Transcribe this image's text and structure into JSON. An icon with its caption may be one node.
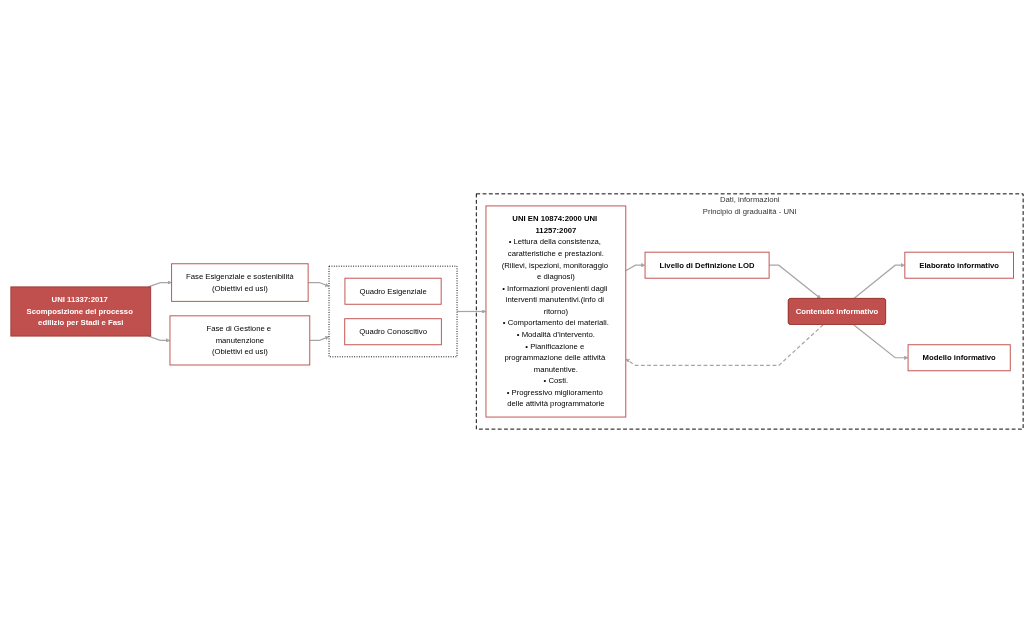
{
  "diagram": {
    "nodes": [
      {
        "text": [
          "UNI 11337:2017 Scomposizione del processo edilizio per Stadi e Fasi"
        ]
      },
      {
        "text": [
          "Fase Esigenziale e sostenibilità",
          "(Obiettivi ed usi)"
        ]
      },
      {
        "text": [
          "Fase di Gestione e manutenzione",
          "(Obiettivi ed usi)"
        ]
      },
      {
        "text": [],
        "shape": "box"
      },
      {
        "text": [
          "Quadro Esigenziale"
        ],
        "in": 3
      },
      {
        "text": [
          "Quadro Conoscitivo"
        ],
        "in": 3
      },
      {
        "text": [
          "Dati, informazioni",
          "Principio di gradualità - UNI"
        ]
      },
      {
        "text": [
          "UNI EN 10874:2000 UNI 11257:2007",
          "• Lettura della consistenza, caratteristiche e prestazioni.(Rilievi, ispezioni, monitoraggio e diagnosi)",
          "• Informazioni provenienti dagli interventi manutentivi.(info di ritorno)",
          "• Comportamento dei materiali.",
          "• Modalità d’intervento.",
          "• Pianificazione e programmazione delle attività manutentive.",
          "• Costi.",
          "• Progressivo miglioramento delle attività programmatorie"
        ],
        "in": 6
      },
      {
        "text": [
          "Livello di Definizione LOD"
        ],
        "in": 6
      },
      {
        "text": [
          "Contenuto informativo"
        ],
        "in": 6
      },
      {
        "text": [
          "Elaborato informativo"
        ],
        "in": 6
      },
      {
        "text": [
          "Modello informativo"
        ],
        "in": 6
      }
    ],
    "edges": [
      {
        "from": 0,
        "to": 1,
        "arrow": "to"
      },
      {
        "from": 0,
        "to": 2,
        "arrow": "to"
      },
      {
        "from": 1,
        "to": 3,
        "arrow": "to"
      },
      {
        "from": 2,
        "to": 3,
        "arrow": "to"
      },
      {
        "from": 3,
        "to": 7,
        "arrow": "to"
      },
      {
        "from": 7,
        "to": 8,
        "arrow": "to"
      },
      {
        "from": 8,
        "to": 9,
        "arrow": "to"
      },
      {
        "from": 9,
        "to": 10,
        "arrow": "to"
      },
      {
        "from": 9,
        "to": 11,
        "arrow": "to"
      },
      {
        "from": 9,
        "to": 7,
        "arrow": "to",
        "style": "dashed"
      }
    ]
  }
}
